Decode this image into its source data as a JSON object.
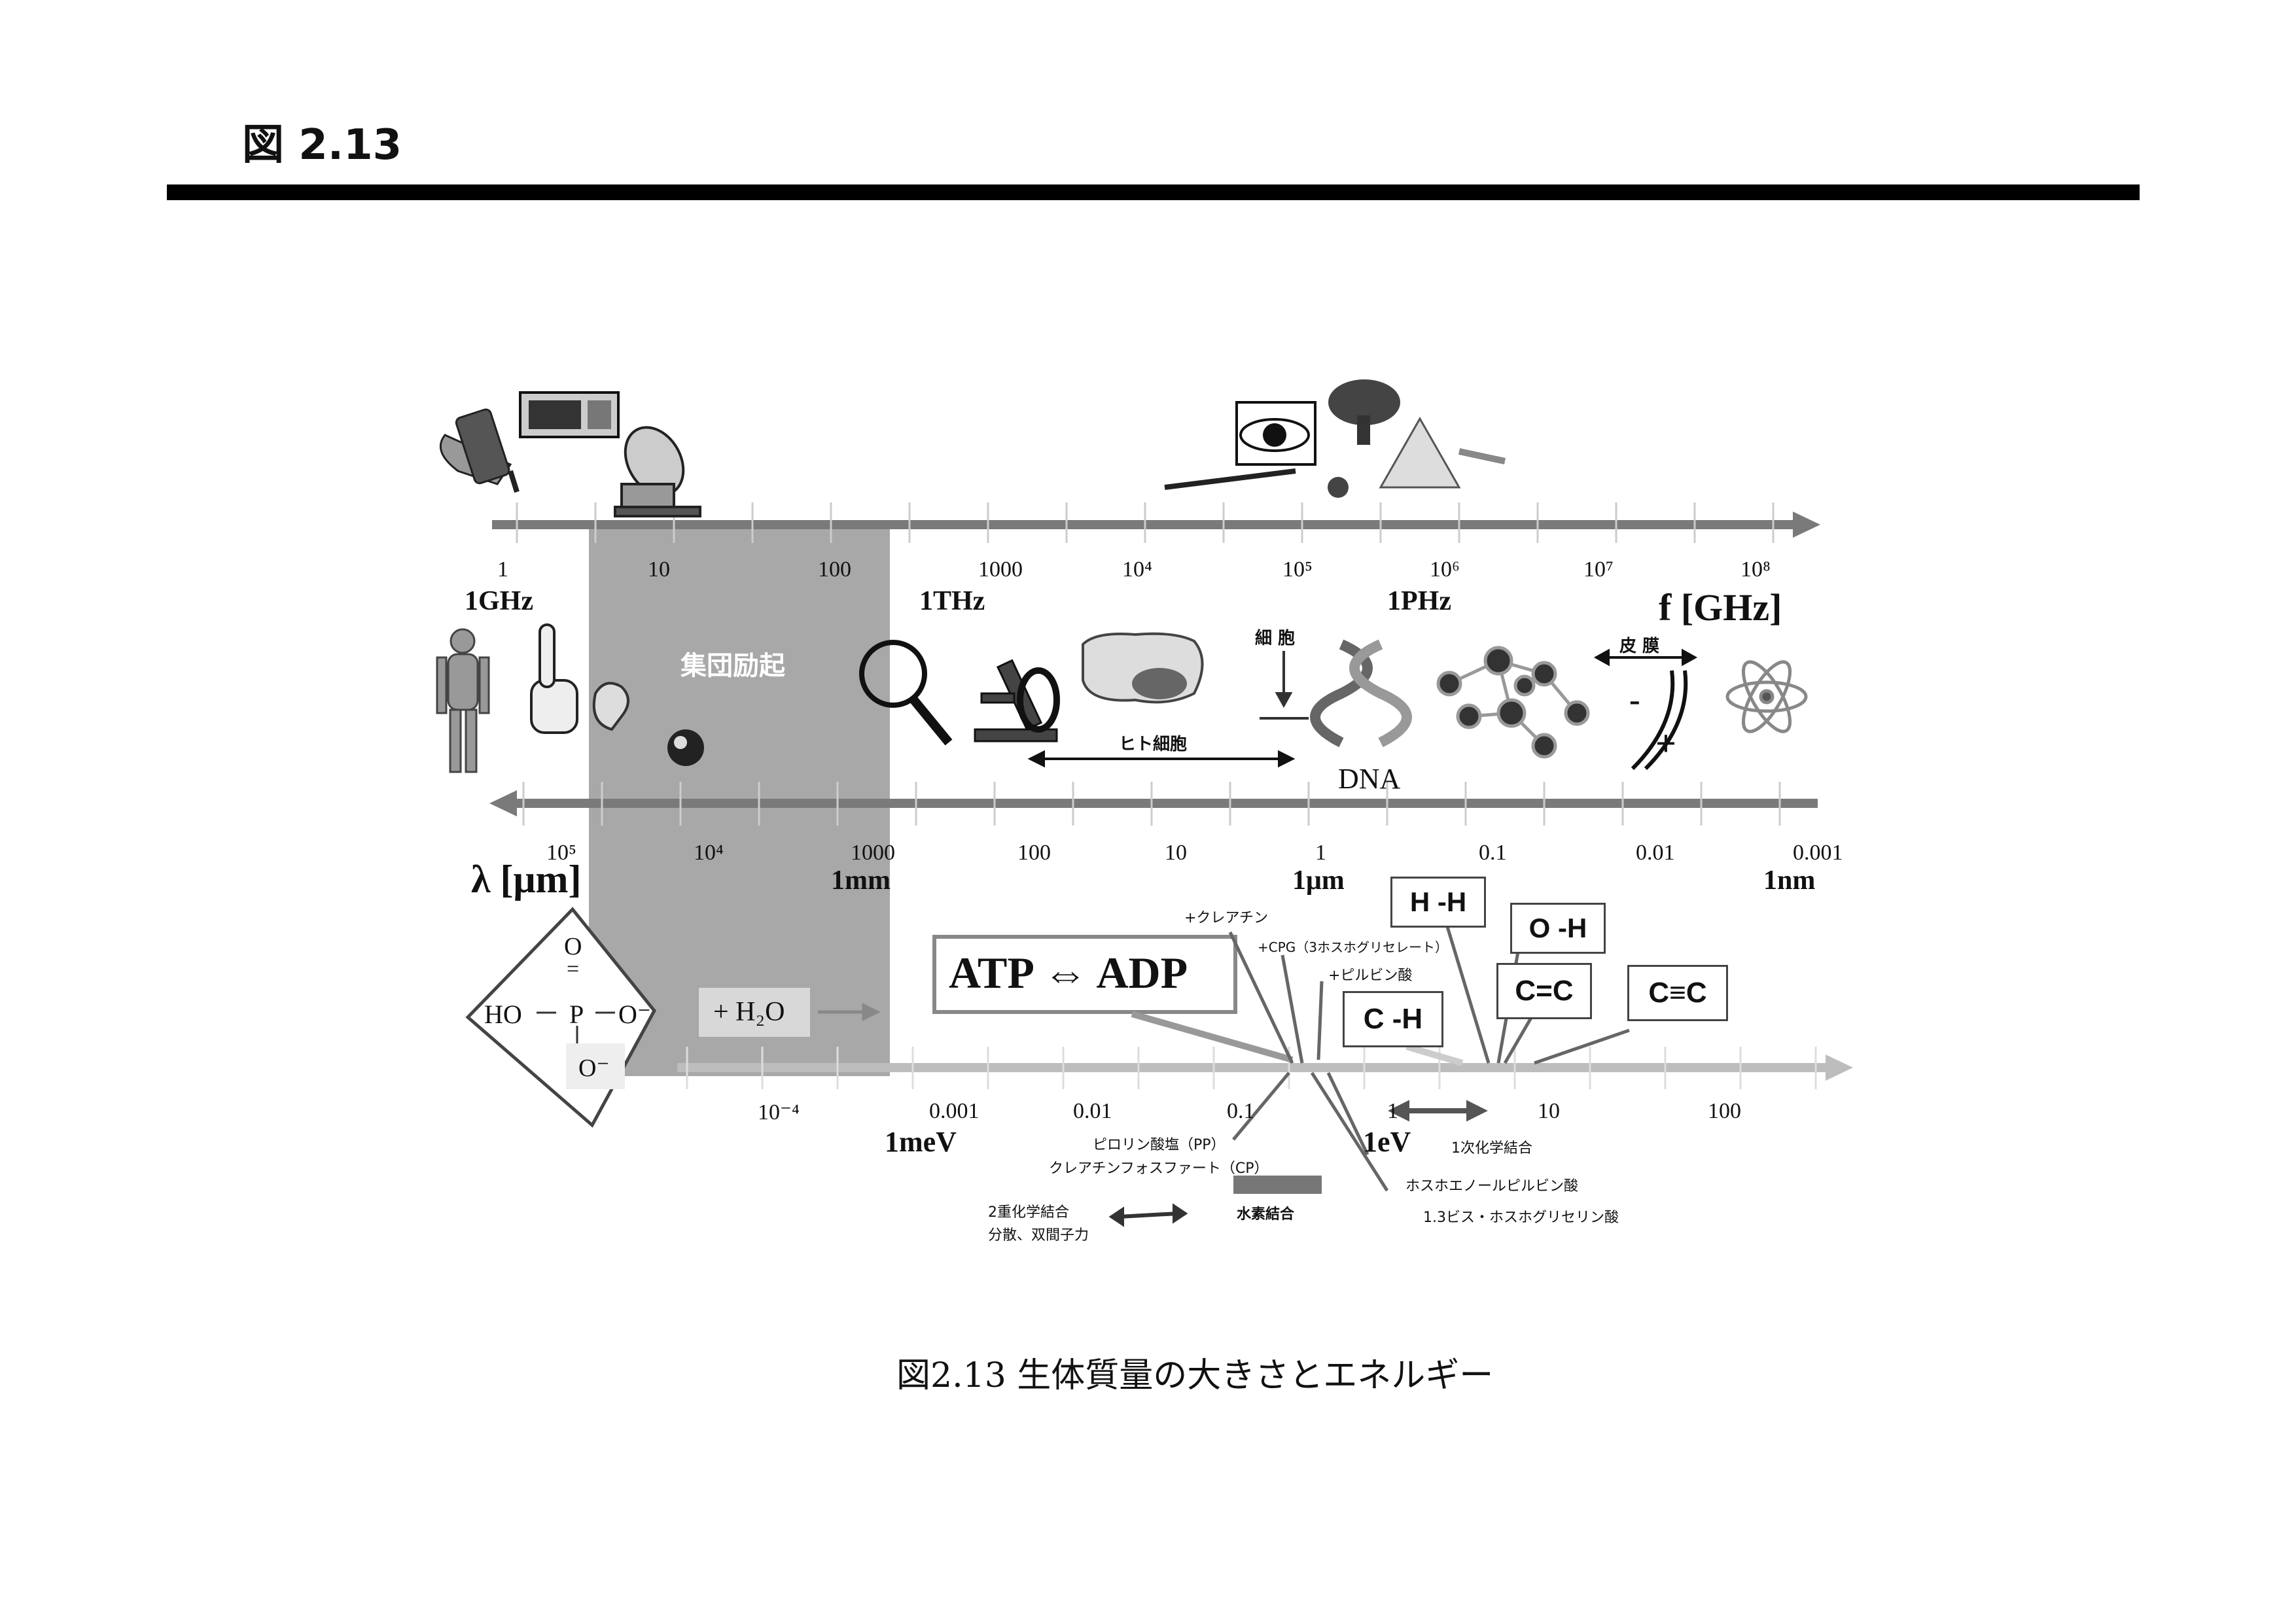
{
  "figure": {
    "title": "図 2.13",
    "caption": "図2.13 生体質量の大きさとエネルギー"
  },
  "colors": {
    "band": "#a8a8a8",
    "axis": "#7a7a7a",
    "axis_light": "#bdbdbd",
    "rule": "#000000"
  },
  "frequency_axis": {
    "ticks": [
      "1",
      "10",
      "100",
      "1000",
      "10⁴",
      "10⁵",
      "10⁶",
      "10⁷",
      "10⁸"
    ],
    "units": [
      "1GHz",
      "1THz",
      "1PHz"
    ],
    "label": "f [GHz]"
  },
  "wavelength_axis": {
    "ticks": [
      "10⁵",
      "10⁴",
      "1000",
      "100",
      "10",
      "1",
      "0.1",
      "0.01",
      "0.001"
    ],
    "units": [
      "1mm",
      "1μm",
      "1nm"
    ],
    "label": "λ [μm]"
  },
  "energy_axis": {
    "ticks": [
      "10⁻⁴",
      "0.001",
      "0.01",
      "0.1",
      "1",
      "10",
      "100"
    ],
    "units": [
      "1meV",
      "1eV"
    ]
  },
  "band_label": "集団励起",
  "objects": {
    "cell_label": "ヒト細胞",
    "saibou_label": "細 胞",
    "dna_label": "DNA",
    "membrane_label": "皮 膜",
    "membrane_minus": "-",
    "membrane_plus": "+"
  },
  "molecule": {
    "o_top": "O",
    "dbl": "=",
    "ho": "HO",
    "p": "P",
    "o_right": "O⁻",
    "o_bottom": "O⁻",
    "water": "+ H₂O"
  },
  "reactions": {
    "atp": "ATP ⇔ ADP",
    "creatine": "+クレアチン",
    "cpg": "+CPG（3ホスホグリセレート）",
    "pyruvate": "+ピルビン酸",
    "pyrophosphate": "ピロリン酸塩（PP）",
    "creatine_phosphate": "クレアチンフォスファート（CP）",
    "pep": "ホスホエノールピルビン酸",
    "bpg": "1.3ビス・ホスホグリセリン酸",
    "first_bond": "1次化学結合",
    "second_bond_1": "2重化学結合",
    "second_bond_2": "分散、双間子力",
    "hydrogen_bond": "水素結合"
  },
  "bonds": [
    "H -H",
    "O -H",
    "C=C",
    "C≡C",
    "C -H"
  ]
}
